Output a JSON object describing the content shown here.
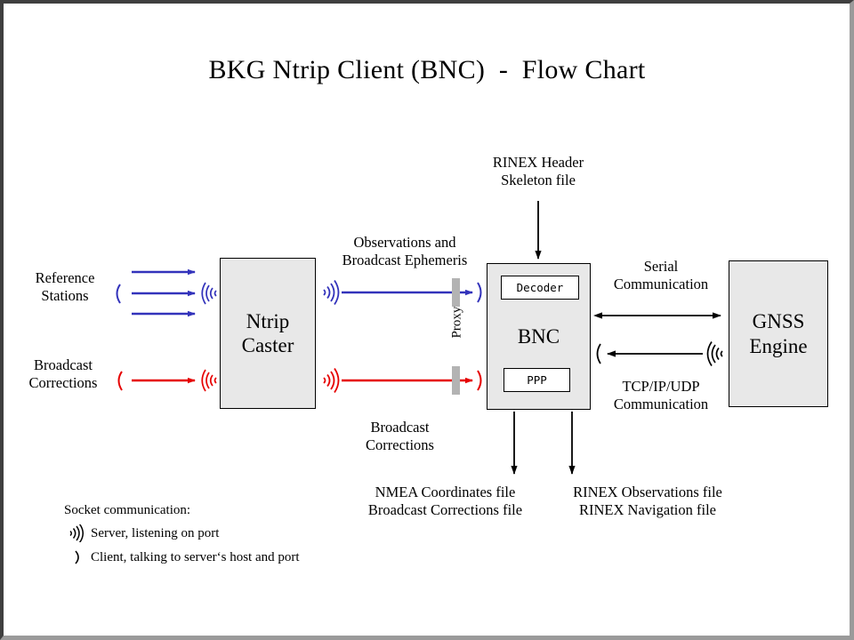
{
  "title": "BKG Ntrip Client (BNC)  -  Flow Chart",
  "colors": {
    "blue": "#3333bb",
    "red": "#e60000",
    "black": "#000000",
    "box_fill": "#e8e8e8",
    "proxy_bar": "#b3b3b3",
    "frame_dark": "#3f3f3f",
    "frame_light": "#9a9a9a"
  },
  "boxes": {
    "ntrip_caster": "Ntrip\nCaster",
    "bnc": "BNC",
    "bnc_decoder": "Decoder",
    "bnc_ppp": "PPP",
    "gnss_engine": "GNSS\nEngine"
  },
  "labels": {
    "reference_stations": "Reference\nStations",
    "broadcast_corrections_source": "Broadcast\nCorrections",
    "observations_ephemeris": "Observations and\nBroadcast Ephemeris",
    "broadcast_corrections_stream": "Broadcast\nCorrections",
    "rinex_header_skeleton": "RINEX Header\nSkeleton file",
    "serial_communication": "Serial\nCommunication",
    "tcpip_communication": "TCP/IP/UDP\nCommunication",
    "proxy": "Proxy",
    "nmea_outputs": "NMEA Coordinates file\nBroadcast Corrections file",
    "rinex_outputs": "RINEX Observations file\nRINEX Navigation file"
  },
  "legend": {
    "title": "Socket communication:",
    "items": [
      {
        "icon": "server-antenna-icon",
        "text": "Server, listening  on port"
      },
      {
        "icon": "client-paren-icon",
        "text": "Client, talking to server‘s host and port"
      }
    ]
  },
  "chart_data": {
    "type": "diagram",
    "title": "BKG Ntrip Client (BNC)  -  Flow Chart",
    "nodes": [
      {
        "id": "reference_stations",
        "label": "Reference Stations",
        "kind": "source-label"
      },
      {
        "id": "broadcast_corrections_source",
        "label": "Broadcast Corrections",
        "kind": "source-label"
      },
      {
        "id": "ntrip_caster",
        "label": "Ntrip Caster",
        "kind": "box"
      },
      {
        "id": "bnc",
        "label": "BNC",
        "kind": "box",
        "children": [
          "Decoder",
          "PPP"
        ]
      },
      {
        "id": "gnss_engine",
        "label": "GNSS Engine",
        "kind": "box"
      },
      {
        "id": "proxy",
        "label": "Proxy",
        "kind": "barrier"
      },
      {
        "id": "rinex_header_skeleton",
        "label": "RINEX Header Skeleton file",
        "kind": "file-input"
      },
      {
        "id": "nmea_outputs",
        "label": "NMEA Coordinates file / Broadcast Corrections file",
        "kind": "file-output"
      },
      {
        "id": "rinex_outputs",
        "label": "RINEX Observations file / RINEX Navigation file",
        "kind": "file-output"
      }
    ],
    "edges": [
      {
        "from": "reference_stations",
        "to": "ntrip_caster",
        "color": "#3333bb",
        "count": 3,
        "label": ""
      },
      {
        "from": "broadcast_corrections_source",
        "to": "ntrip_caster",
        "color": "#e60000",
        "count": 1,
        "label": ""
      },
      {
        "from": "ntrip_caster",
        "to": "bnc",
        "color": "#3333bb",
        "label": "Observations and Broadcast Ephemeris",
        "through": "proxy"
      },
      {
        "from": "ntrip_caster",
        "to": "bnc",
        "color": "#e60000",
        "label": "Broadcast Corrections",
        "through": "proxy"
      },
      {
        "from": "rinex_header_skeleton",
        "to": "bnc",
        "color": "#000000",
        "label": ""
      },
      {
        "from": "bnc",
        "to": "gnss_engine",
        "color": "#000000",
        "label": "Serial Communication",
        "direction": "both"
      },
      {
        "from": "gnss_engine",
        "to": "bnc",
        "color": "#000000",
        "label": "TCP/IP/UDP Communication",
        "direction": "left"
      },
      {
        "from": "bnc",
        "to": "nmea_outputs",
        "color": "#000000",
        "label": ""
      },
      {
        "from": "bnc",
        "to": "rinex_outputs",
        "color": "#000000",
        "label": ""
      }
    ]
  }
}
